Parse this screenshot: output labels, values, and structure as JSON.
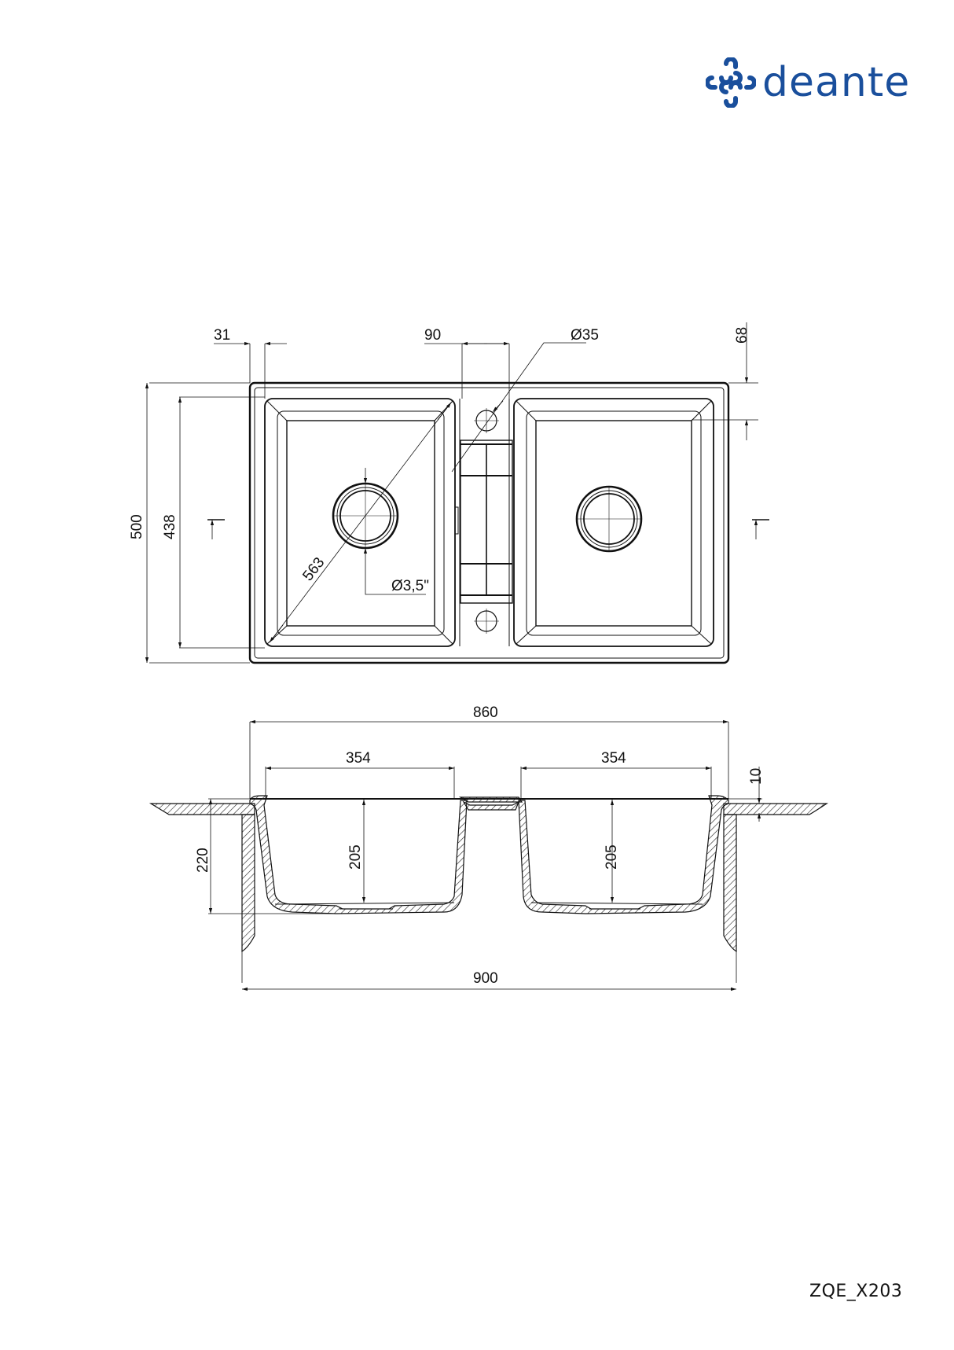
{
  "brand": {
    "name": "deante",
    "color": "#1a4f9c",
    "icon": "deante-logo-icon"
  },
  "product_code": "ZQE_X203",
  "top_view": {
    "dimensions": {
      "rim_offset": "31",
      "center_strip_width": "90",
      "tap_hole_diameter": "Ø35",
      "top_rim_depth": "68",
      "overall_depth": "500",
      "bowl_depth_span": "438",
      "diagonal": "563",
      "drain_diameter": "Ø3,5\""
    }
  },
  "front_view": {
    "dimensions": {
      "rim_width": "860",
      "left_bowl_width": "354",
      "right_bowl_width": "354",
      "left_bowl_depth": "205",
      "right_bowl_depth": "205",
      "overall_depth": "220",
      "rim_thickness": "10",
      "cabinet_width": "900"
    }
  }
}
